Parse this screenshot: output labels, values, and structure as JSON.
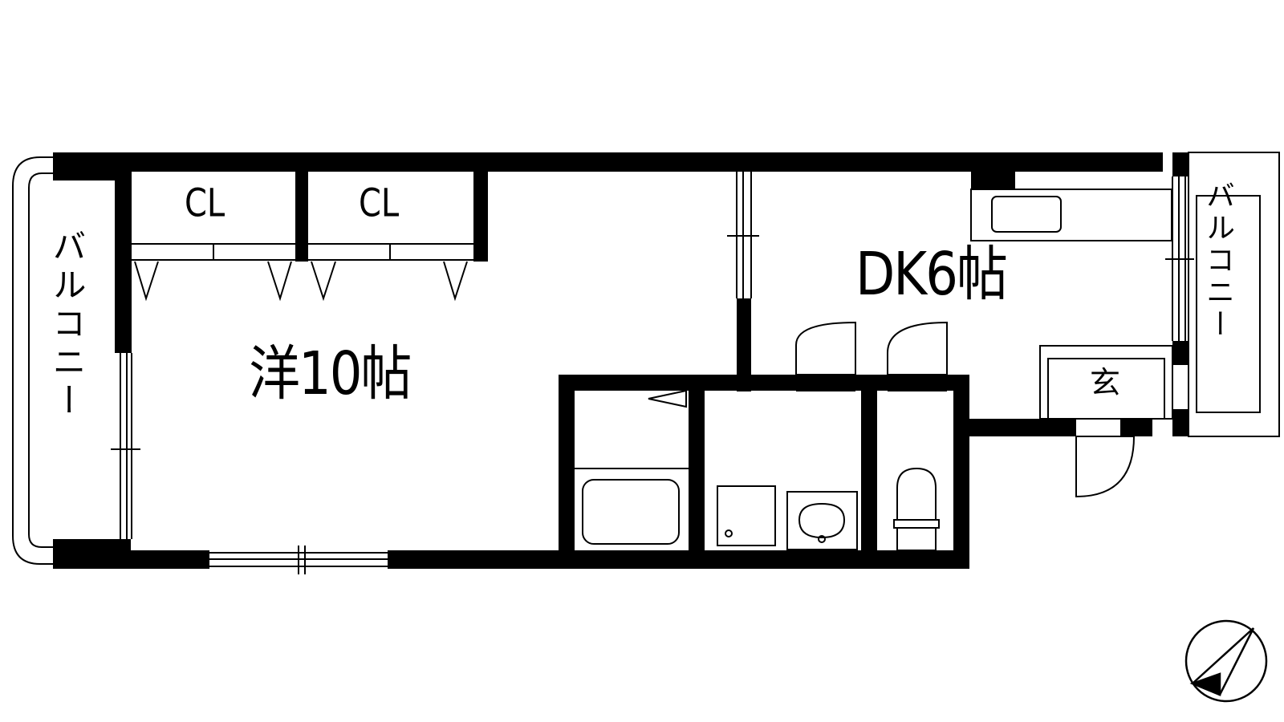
{
  "rooms": {
    "western_room": "洋10帖",
    "dining_kitchen": "DK6帖",
    "closet_1": "CL",
    "closet_2": "CL",
    "entrance": "玄",
    "balcony_left": "バルコニー",
    "balcony_right": "バルコニー"
  },
  "icons": {
    "compass": "north-arrow-icon",
    "bathtub": "bathtub-icon",
    "toilet": "toilet-icon",
    "sink": "washbasin-icon",
    "washer": "washing-machine-pan-icon",
    "kitchen": "kitchen-sink-icon"
  },
  "colors": {
    "wall": "#000000",
    "background": "#ffffff"
  }
}
